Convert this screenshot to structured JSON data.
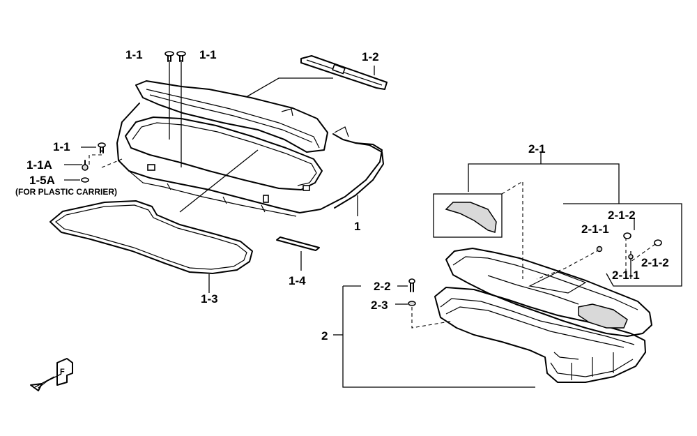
{
  "labels": {
    "l_1_1_a": "1-1",
    "l_1_1_b": "1-1",
    "l_1_2": "1-2",
    "l_1_1_c": "1-1",
    "l_1_1A": "1-1A",
    "l_1_5A": "1-5A",
    "note_plastic": "(FOR PLASTIC CARRIER)",
    "l_1": "1",
    "l_1_3": "1-3",
    "l_1_4": "1-4",
    "l_2_1": "2-1",
    "l_2_1_2_a": "2-1-2",
    "l_2_1_1_a": "2-1-1",
    "l_2_1_2_b": "2-1-2",
    "l_2_1_1_b": "2-1-1",
    "l_2_2": "2-2",
    "l_2_3": "2-3",
    "l_2": "2"
  },
  "front_marker": "F"
}
